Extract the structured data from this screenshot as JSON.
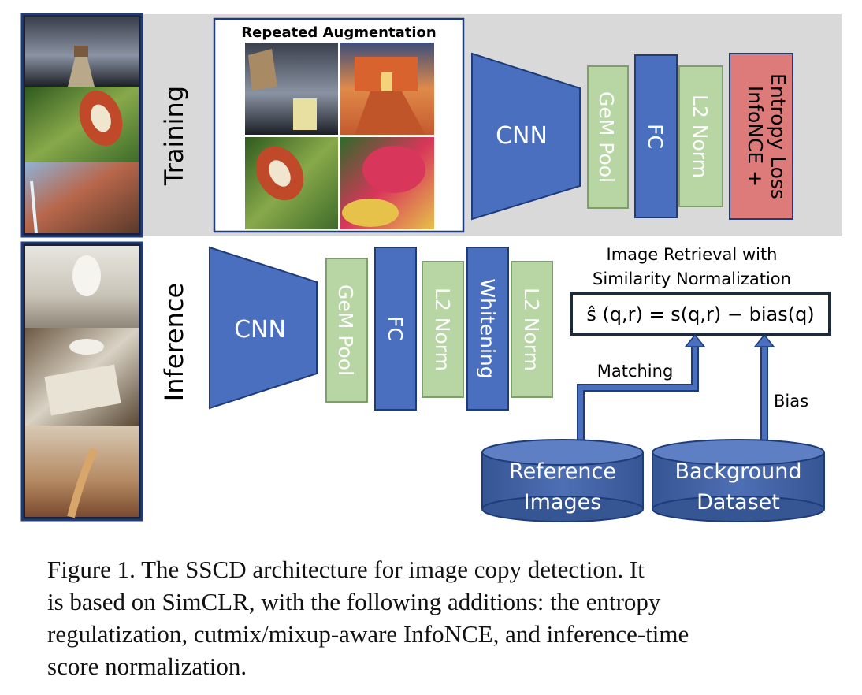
{
  "colors": {
    "blue": "#4a6fbf",
    "blue_dark": "#1f3c7a",
    "green": "#b7d6a3",
    "green_stroke": "#7e9f6b",
    "red": "#dc7b79",
    "band": "#d9d9d9",
    "cylinder": "#3f5fa8"
  },
  "training": {
    "label": "Training",
    "augmentation_title": "Repeated Augmentation",
    "cnn": "CNN",
    "gem_pool": "GeM Pool",
    "fc": "FC",
    "l2_norm": "L2 Norm",
    "loss_line1": "InfoNCE +",
    "loss_line2": "Entropy Loss"
  },
  "inference": {
    "label": "Inference",
    "cnn": "CNN",
    "gem_pool": "GeM Pool",
    "fc": "FC",
    "l2_norm_1": "L2 Norm",
    "whitening": "Whitening",
    "l2_norm_2": "L2 Norm"
  },
  "retrieval": {
    "title_line1": "Image Retrieval with",
    "title_line2": "Similarity Normalization",
    "formula": "ŝ (q,r) = s(q,r) − bias(q)",
    "matching_label": "Matching",
    "bias_label": "Bias",
    "reference_line1": "Reference",
    "reference_line2": "Images",
    "background_line1": "Background",
    "background_line2": "Dataset"
  },
  "caption": {
    "line1": "Figure 1.  The SSCD architecture for image copy detection.  It",
    "line2": "is based on SimCLR, with the following additions: the entropy",
    "line3": "regulatization, cutmix/mixup-aware InfoNCE, and inference-time",
    "line4": "score normalization."
  }
}
